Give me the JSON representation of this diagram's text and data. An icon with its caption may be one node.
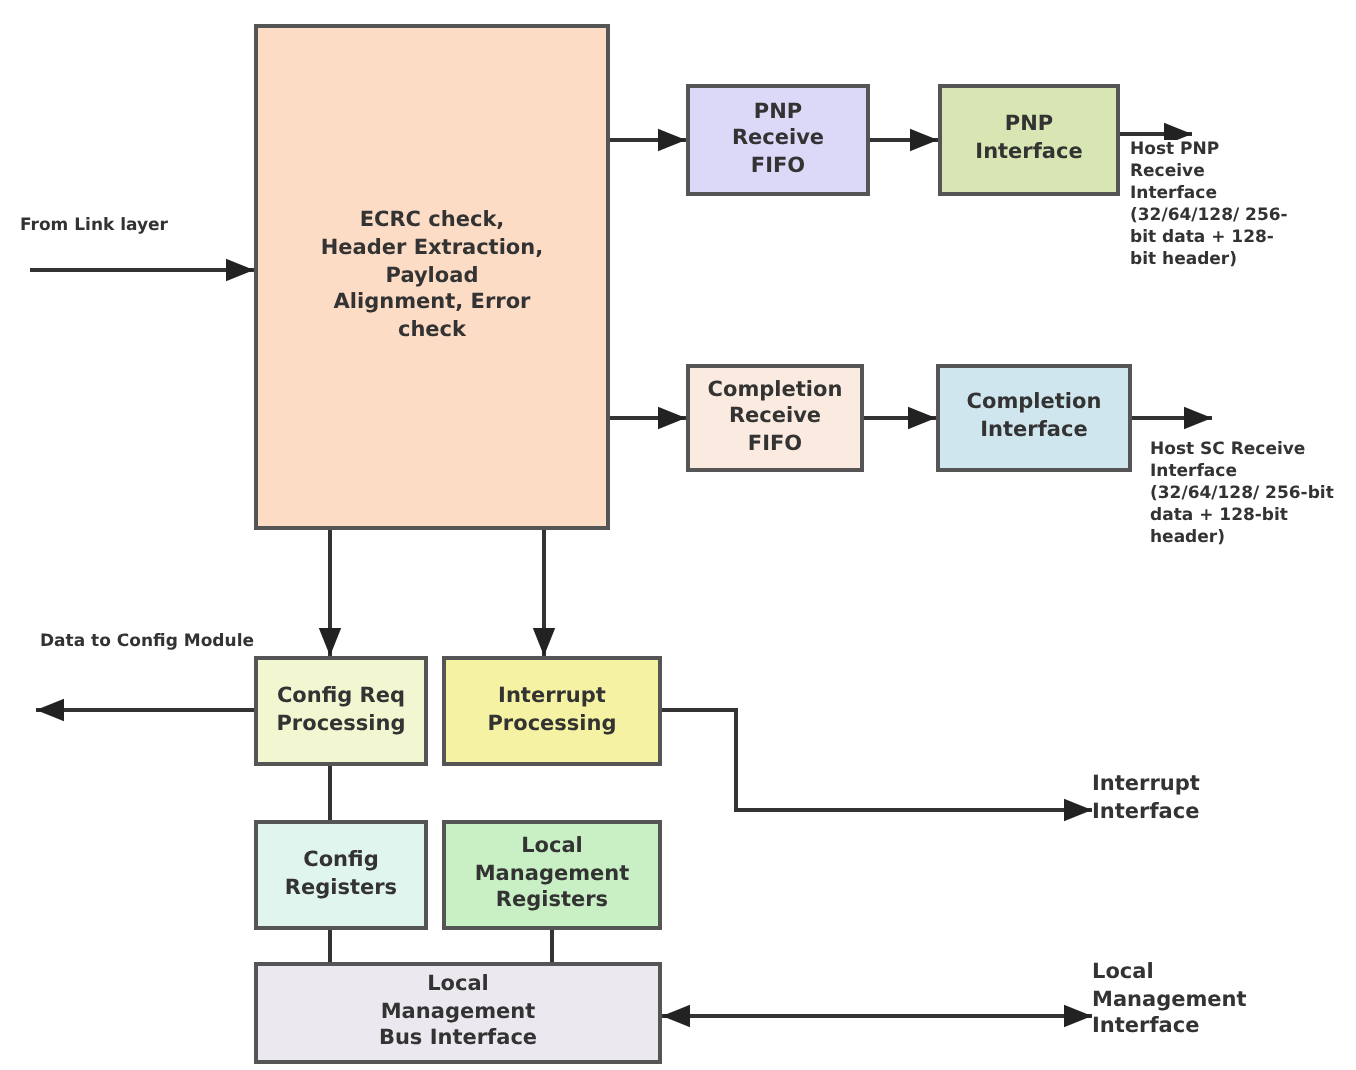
{
  "diagram": {
    "nodes": [
      {
        "text": [
          "ECRC check, Header Extraction, Payload Alignment, Error check"
        ]
      },
      {
        "text": [
          "PNP Receive FIFO"
        ]
      },
      {
        "text": [
          "PNP Interface"
        ]
      },
      {
        "text": [
          "Completion Receive FIFO"
        ]
      },
      {
        "text": [
          "Completion Interface"
        ]
      },
      {
        "text": [
          "Config Req Processing"
        ]
      },
      {
        "text": [
          "Interrupt Processing"
        ]
      },
      {
        "text": [
          "Config Registers"
        ]
      },
      {
        "text": [
          "Local Management Registers"
        ]
      },
      {
        "text": [
          "Local Management Bus Interface"
        ]
      },
      {
        "text": [
          "Interrupt Interface"
        ]
      },
      {
        "text": [
          "Local Management Interface"
        ]
      }
    ],
    "edges": [
      {
        "from": null,
        "to": 0,
        "arrow": "to",
        "label": "From Link layer"
      },
      {
        "from": 0,
        "to": 1,
        "arrow": "to"
      },
      {
        "from": 1,
        "to": 2,
        "arrow": "to"
      },
      {
        "from": 2,
        "to": null,
        "arrow": "to",
        "label": "Host PNP Receive Interface (32/64/128/ 256-bit data + 128-bit header)"
      },
      {
        "from": 0,
        "to": 3,
        "arrow": "to"
      },
      {
        "from": 3,
        "to": 4,
        "arrow": "to"
      },
      {
        "from": 4,
        "to": null,
        "arrow": "to",
        "label": "Host SC Receive Interface (32/64/128/ 256-bit data + 128-bit header)"
      },
      {
        "from": 0,
        "to": 5,
        "arrow": "to"
      },
      {
        "from": 0,
        "to": 6,
        "arrow": "to"
      },
      {
        "from": 5,
        "to": null,
        "arrow": "to",
        "label": "Data to Config Module"
      },
      {
        "from": 6,
        "to": 10,
        "arrow": "to"
      },
      {
        "from": 5,
        "to": 7,
        "arrow": "none"
      },
      {
        "from": 7,
        "to": 9,
        "arrow": "none"
      },
      {
        "from": 8,
        "to": 9,
        "arrow": "none"
      },
      {
        "from": 9,
        "to": 11,
        "arrow": "both"
      }
    ]
  }
}
